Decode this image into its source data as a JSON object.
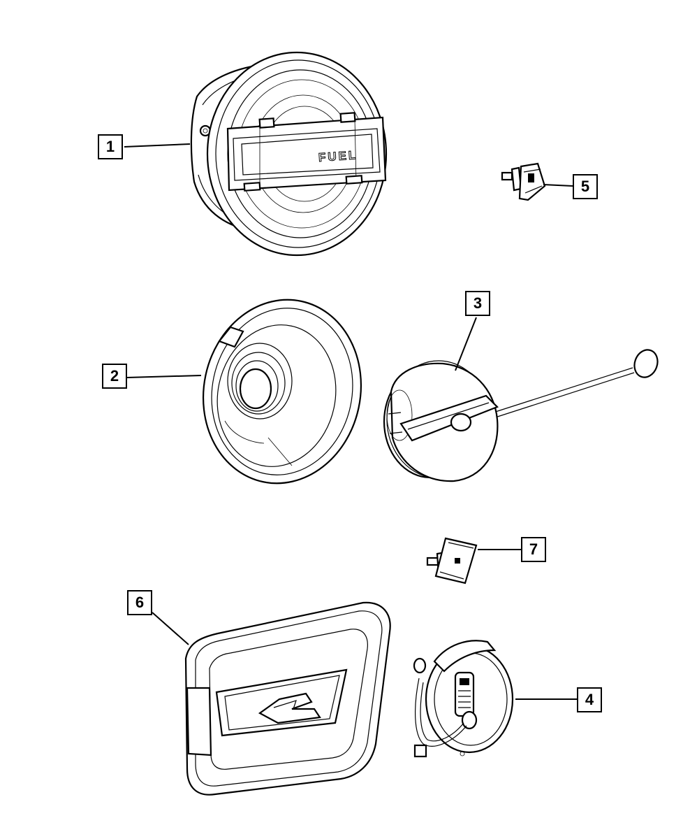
{
  "diagram": {
    "embossed_text": "FUEL",
    "callouts": [
      {
        "id": "callout-1",
        "label": "1"
      },
      {
        "id": "callout-2",
        "label": "2"
      },
      {
        "id": "callout-3",
        "label": "3"
      },
      {
        "id": "callout-4",
        "label": "4"
      },
      {
        "id": "callout-5",
        "label": "5"
      },
      {
        "id": "callout-6",
        "label": "6"
      },
      {
        "id": "callout-7",
        "label": "7"
      }
    ]
  }
}
